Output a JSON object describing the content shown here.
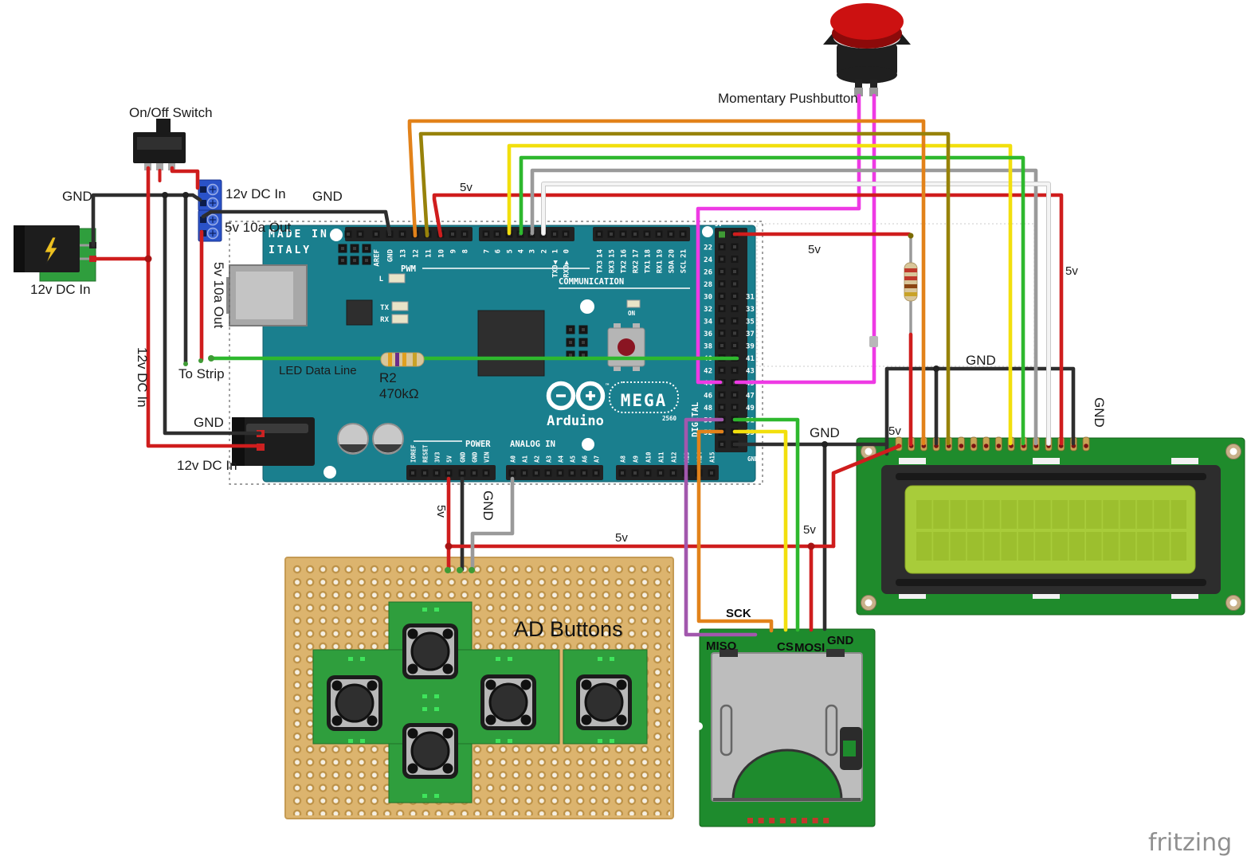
{
  "colors": {
    "red": "#cf1d1d",
    "black": "#2e2e2e",
    "green": "#2eb82e",
    "yellow": "#f2df0d",
    "orange": "#e2821a",
    "olive": "#97820a",
    "gray": "#9a9a9a",
    "white": "#f4f4f4",
    "magenta": "#ee3ae4",
    "purple": "#a257ad",
    "board_teal": "#1a7f8e",
    "lcd_green": "#1f8b2c",
    "lcd_screen": "#a8cc3a",
    "lcd_cell": "#9cbf2e",
    "perfboard": "#dcb46e",
    "button_pcb": "#2f9e3d",
    "terminal_blue": "#2a52c8",
    "pushbutton_red": "#cc1111",
    "sd_gray": "#bdbdbd"
  },
  "labels": {
    "on_off_switch": "On/Off Switch",
    "gnd": "GND",
    "v12_dc_in": "12v DC In",
    "v5_10a_out": "5v 10a Out",
    "v5": "5v",
    "to_strip": "To Strip",
    "led_data_line": "LED Data Line",
    "r2": "R2",
    "r2_value": "470kΩ",
    "momentary_pushbutton": "Momentary Pushbutton",
    "ad_buttons": "AD Buttons",
    "sck": "SCK",
    "miso": "MISO",
    "cs": "CS",
    "mosi": "MOSI",
    "fritzing": "fritzing"
  },
  "mega": {
    "made_in": "MADE IN",
    "italy": "ITALY",
    "brand": "Arduino",
    "tm": "™",
    "model": "MEGA",
    "chip": "2560",
    "pwm": "PWM",
    "communication": "COMMUNICATION",
    "power": "POWER",
    "analog_in": "ANALOG IN",
    "digital": "DIGITAL",
    "on": "ON",
    "led_l": "L",
    "led_tx": "TX",
    "led_rx": "RX",
    "v5_pin": "5V",
    "gnd_pin": "GND",
    "top_row1": [
      "AREF",
      "GND",
      "13",
      "12",
      "11",
      "10",
      "9",
      "8"
    ],
    "top_row2": [
      "7",
      "6",
      "5",
      "4",
      "3",
      "2",
      "1",
      "0"
    ],
    "uart0": [
      "TX0◀",
      "RX0▶"
    ],
    "comm_numbers": [
      "14",
      "15",
      "16",
      "17",
      "18",
      "19",
      "20",
      "21"
    ],
    "comm_names": [
      "TX3",
      "RX3",
      "TX2",
      "RX2",
      "TX1",
      "RX1",
      "SDA",
      "SCL"
    ],
    "power_pins": [
      "IOREF",
      "RESET",
      "3V3",
      "5V",
      "GND",
      "GND",
      "VIN"
    ],
    "analog_pins_1": [
      "A0",
      "A1",
      "A2",
      "A3",
      "A4",
      "A5",
      "A6",
      "A7"
    ],
    "analog_pins_2": [
      "A8",
      "A9",
      "A10",
      "A11",
      "A12",
      "A13",
      "A14",
      "A15"
    ],
    "digital_left": [
      "22",
      "24",
      "26",
      "28",
      "30",
      "32",
      "34",
      "36",
      "38",
      "40",
      "42",
      "44",
      "46",
      "48",
      "50",
      "52"
    ],
    "digital_right": [
      "31",
      "33",
      "35",
      "37",
      "39",
      "41",
      "43",
      "45",
      "47",
      "49",
      "51",
      "53"
    ]
  }
}
